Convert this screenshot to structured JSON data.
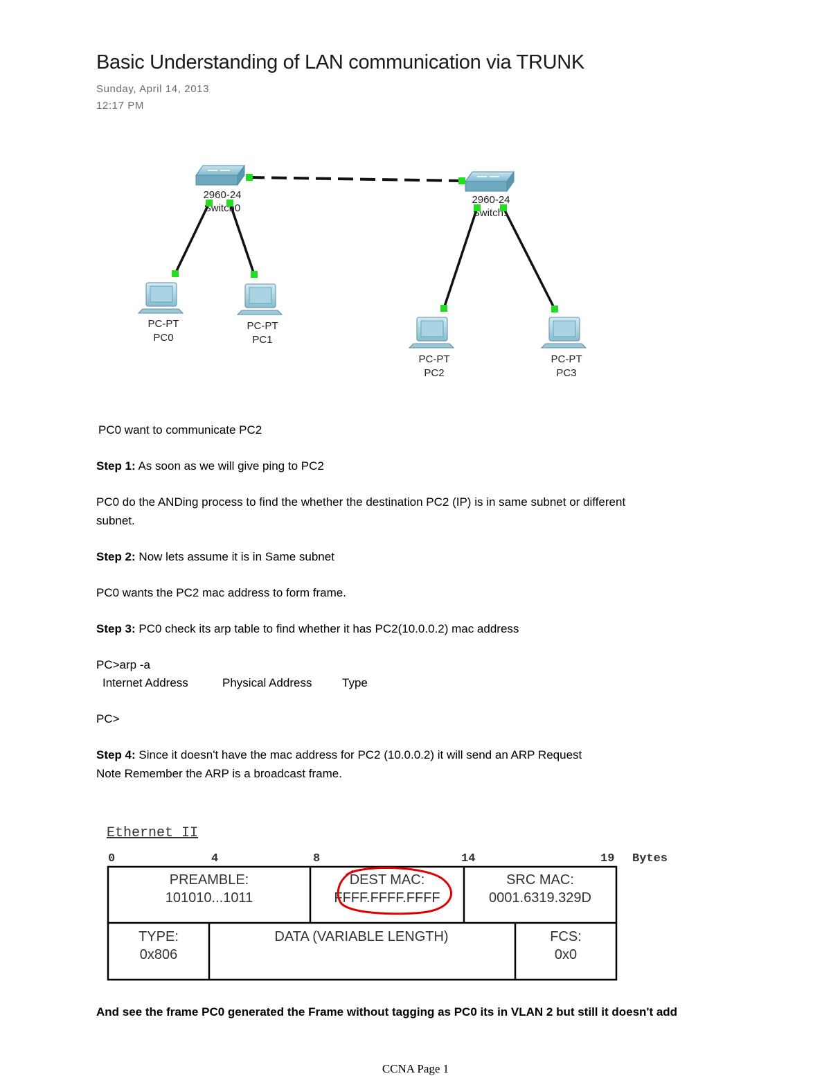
{
  "page": {
    "title": "Basic Understanding of LAN communication via TRUNK",
    "date": "Sunday, April 14, 2013",
    "time": "12:17 PM",
    "footer": "CCNA Page 1"
  },
  "topology": {
    "switches": [
      {
        "model": "2960-24",
        "name": "Switch0"
      },
      {
        "model": "2960-24",
        "name": "Switch1"
      }
    ],
    "pcs": [
      {
        "type": "PC-PT",
        "name": "PC0"
      },
      {
        "type": "PC-PT",
        "name": "PC1"
      },
      {
        "type": "PC-PT",
        "name": "PC2"
      },
      {
        "type": "PC-PT",
        "name": "PC3"
      }
    ],
    "colors": {
      "link_up": "#22dd22",
      "cable": "#111111",
      "device": "#8cc6dc"
    }
  },
  "body": {
    "intro": "PC0 want to communicate PC2",
    "step1": {
      "label": "Step 1:",
      "text": " As soon as we will give ping to PC2"
    },
    "anding": "PC0 do the ANDing process to find the whether the destination PC2 (IP) is in same subnet or different",
    "anding2": "subnet.",
    "step2": {
      "label": "Step 2:",
      "text": " Now lets assume it is in Same subnet"
    },
    "wants": "PC0 wants the PC2 mac address to form frame.",
    "step3": {
      "label": "Step 3:",
      "text": " PC0 check its arp table to find whether it has PC2(10.0.0.2) mac address"
    },
    "cmd": "PC>arp -a",
    "arp_headers": [
      "Internet Address",
      "Physical Address",
      "Type"
    ],
    "prompt": "PC>",
    "step4": {
      "label": "Step 4:",
      "text": " Since it doesn't have the mac address for PC2 (10.0.0.2) it will send an ARP Request"
    },
    "note": "Note Remember the ARP is a broadcast frame.",
    "bottom": "And see the frame PC0 generated the Frame without tagging as PC0 its in VLAN 2 but still it doesn't add"
  },
  "frame": {
    "heading": "Ethernet II",
    "offsets": [
      "0",
      "4",
      "8",
      "14",
      "19"
    ],
    "unit": "Bytes",
    "fields": {
      "preamble": {
        "label": "PREAMBLE:",
        "value": "101010...1011"
      },
      "dest": {
        "label": "DEST MAC:",
        "value": "FFFF.FFFF.FFFF"
      },
      "src": {
        "label": "SRC MAC:",
        "value": "0001.6319.329D"
      },
      "type": {
        "label": "TYPE:",
        "value": "0x806"
      },
      "data": {
        "label": "DATA (VARIABLE LENGTH)"
      },
      "fcs": {
        "label": "FCS:",
        "value": "0x0"
      }
    },
    "highlight_color": "#e00000"
  }
}
